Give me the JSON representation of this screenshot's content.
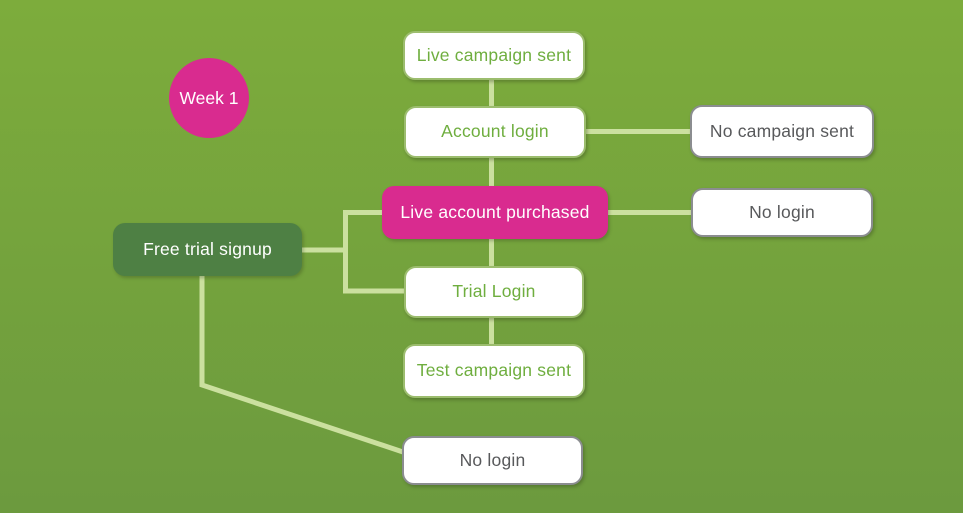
{
  "diagram": {
    "week_label": "Week 1",
    "nodes": {
      "live_campaign_sent": "Live campaign sent",
      "account_login": "Account login",
      "no_campaign_sent": "No campaign sent",
      "no_login_right": "No login",
      "live_account_purchased": "Live account purchased",
      "free_trial_signup": "Free trial signup",
      "trial_login": "Trial Login",
      "test_campaign_sent": "Test campaign sent",
      "no_login_bottom": "No login"
    },
    "colors": {
      "background_top": "#7dac3c",
      "background_bottom": "#6c9a3e",
      "pink": "#d92b8f",
      "dark_green": "#4e8044",
      "green_text": "#6fae3f",
      "green_border": "#9cbd6e",
      "gray_text": "#58595b",
      "gray_border": "#8b8d90",
      "connector": "#cbe09f"
    }
  }
}
